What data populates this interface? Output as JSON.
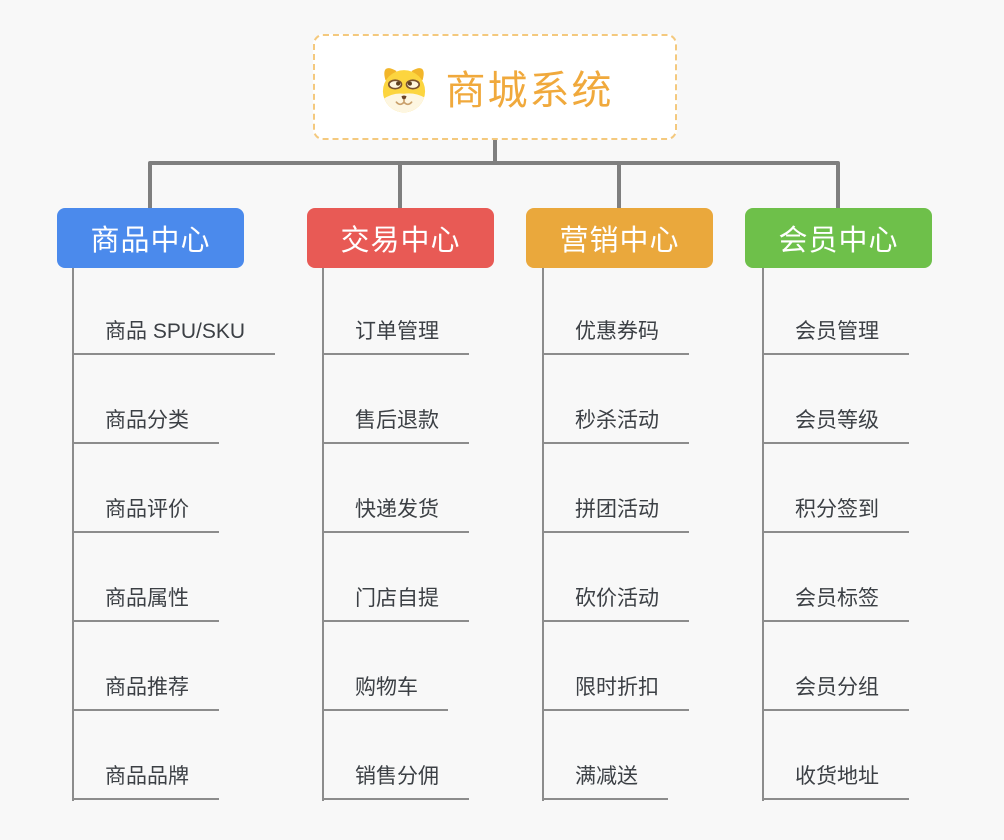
{
  "root": {
    "title": "商城系统",
    "icon": "doge-icon"
  },
  "style": {
    "background": "#f8f8f8",
    "connector_color": "#7f7f7f",
    "underline_color": "#8c8c8c",
    "root_text_color": "#f0a93c",
    "root_border_color": "#f4c97e"
  },
  "branches": [
    {
      "label": "商品中心",
      "color": "#4b8aec",
      "items": [
        "商品 SPU/SKU",
        "商品分类",
        "商品评价",
        "商品属性",
        "商品推荐",
        "商品品牌"
      ]
    },
    {
      "label": "交易中心",
      "color": "#e85a55",
      "items": [
        "订单管理",
        "售后退款",
        "快递发货",
        "门店自提",
        "购物车",
        "销售分佣"
      ]
    },
    {
      "label": "营销中心",
      "color": "#eaa83c",
      "items": [
        "优惠券码",
        "秒杀活动",
        "拼团活动",
        "砍价活动",
        "限时折扣",
        "满减送"
      ]
    },
    {
      "label": "会员中心",
      "color": "#6ec04a",
      "items": [
        "会员管理",
        "会员等级",
        "积分签到",
        "会员标签",
        "会员分组",
        "收货地址"
      ]
    }
  ]
}
